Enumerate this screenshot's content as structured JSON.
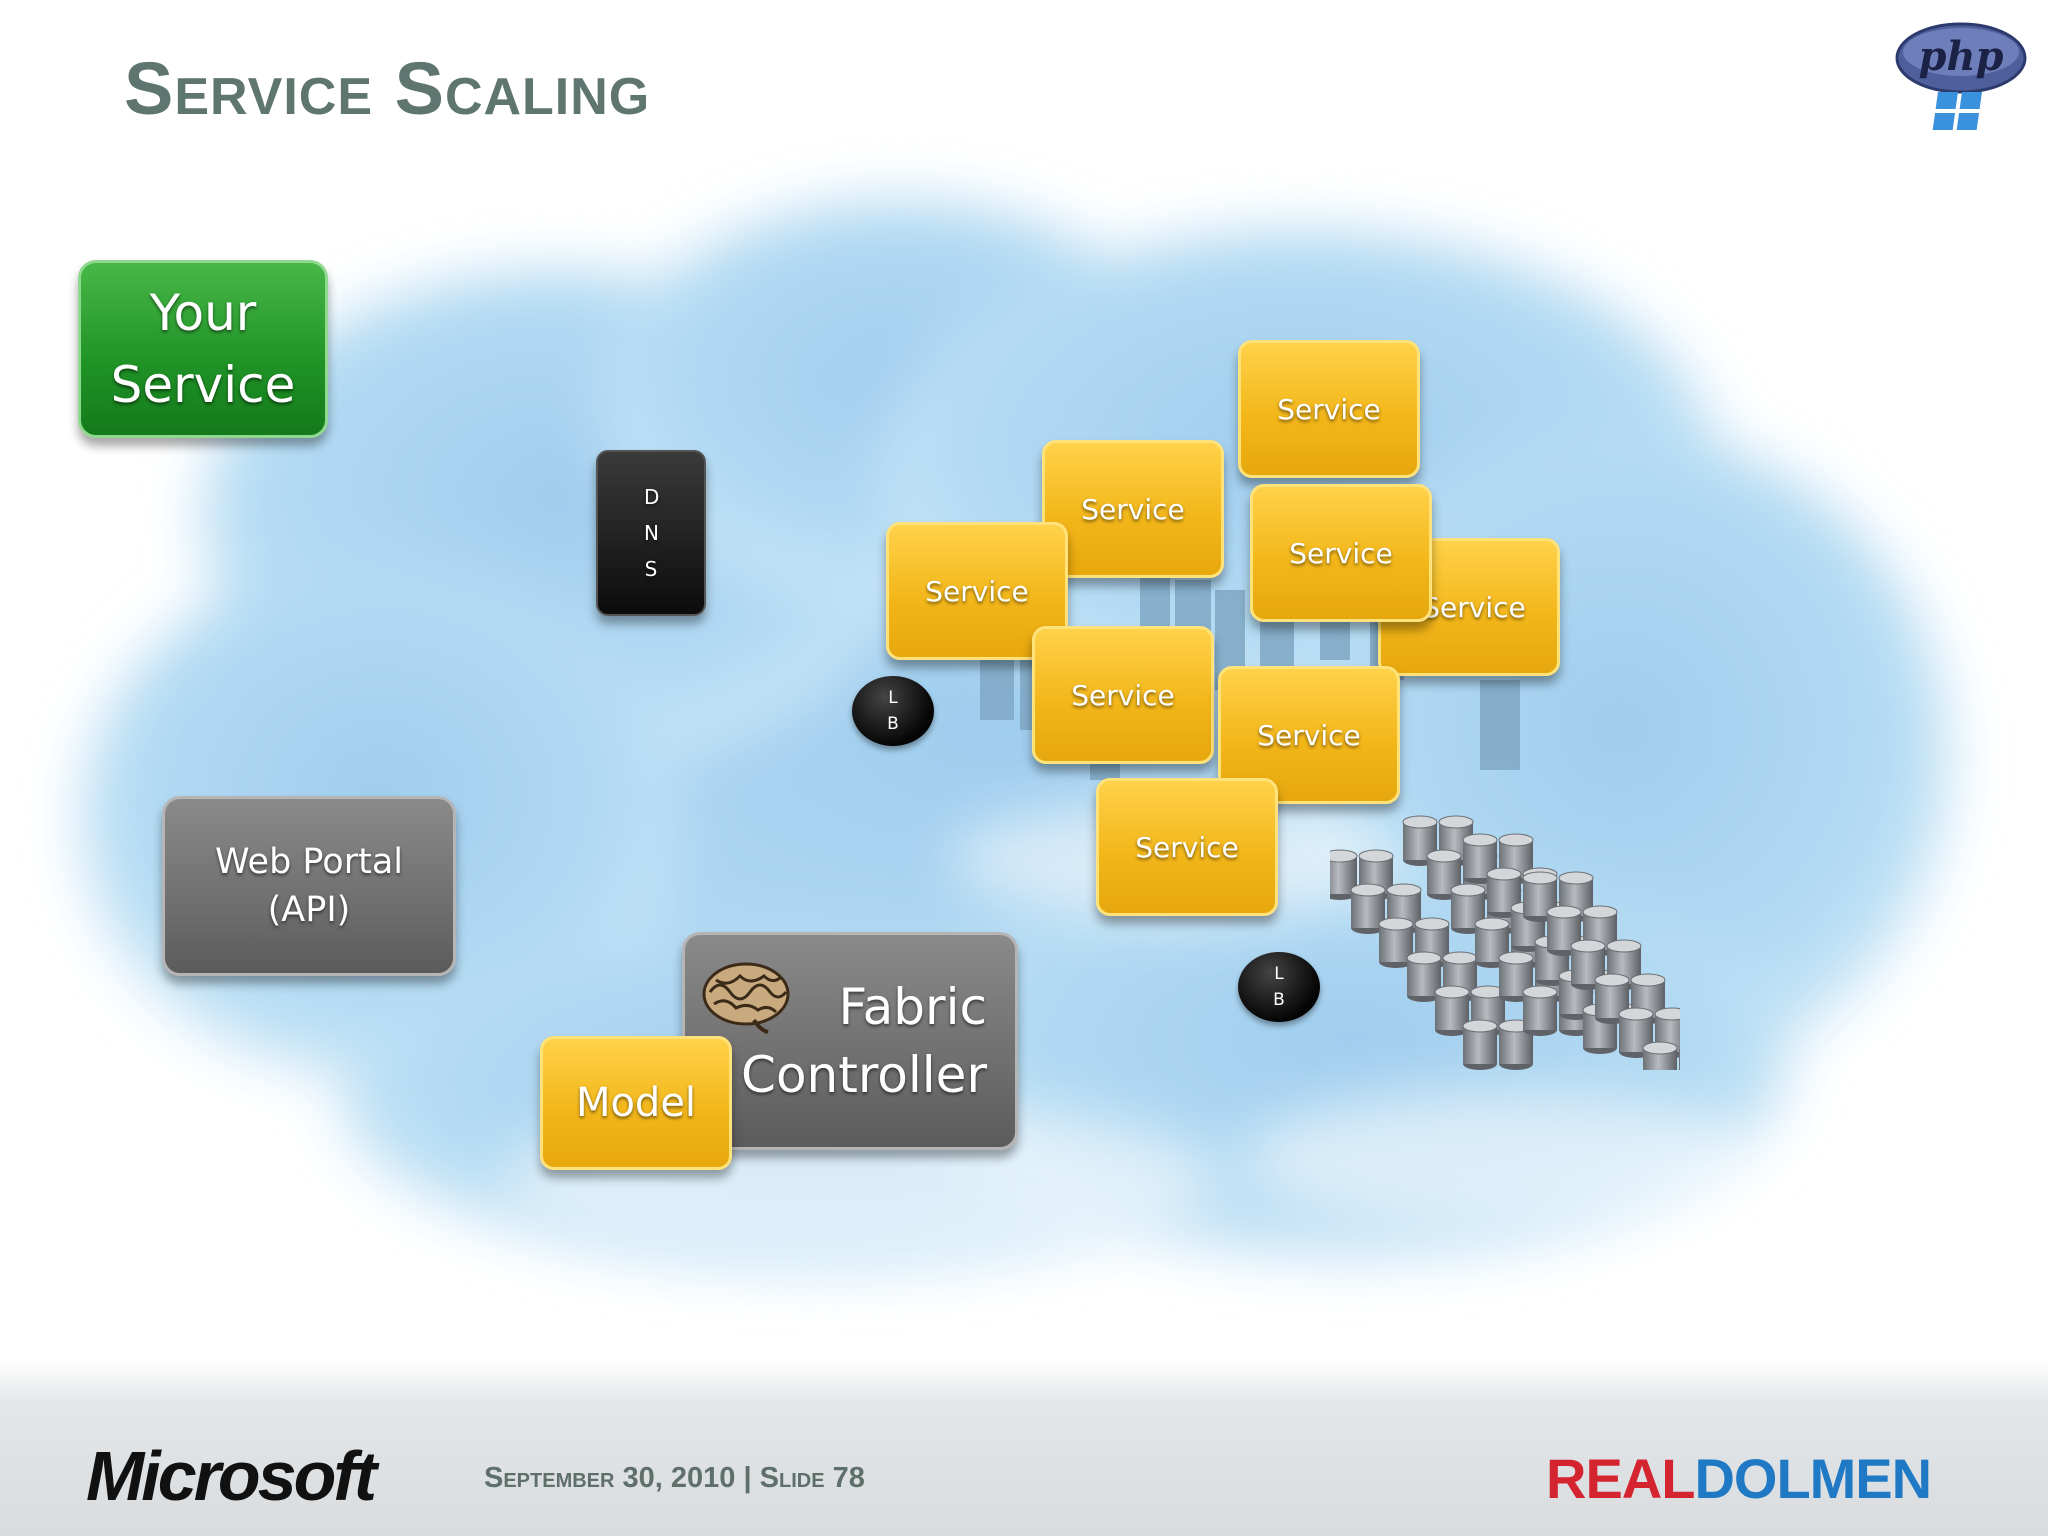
{
  "slide": {
    "title": "Service Scaling",
    "your_service": "Your Service",
    "dns": "DNS",
    "lb": "LB",
    "service": "Service",
    "web_portal_line1": "Web Portal",
    "web_portal_line2": "(API)",
    "fabric_line1": "Fabric",
    "fabric_line2": "Controller",
    "model": "Model"
  },
  "footer": {
    "microsoft": "Microsoft",
    "date_slide": "September 30, 2010 | Slide 78",
    "real": "REAL",
    "dolmen": "DOLMEN"
  },
  "logos": {
    "php": "php"
  },
  "colors": {
    "title": "#5f756f",
    "your_service": "#1f9226",
    "service": "#f3b71a",
    "gray_box": "#6f6f6f",
    "cloud": "#a9d3ef",
    "real": "#d42430",
    "dolmen": "#1f79c4"
  }
}
